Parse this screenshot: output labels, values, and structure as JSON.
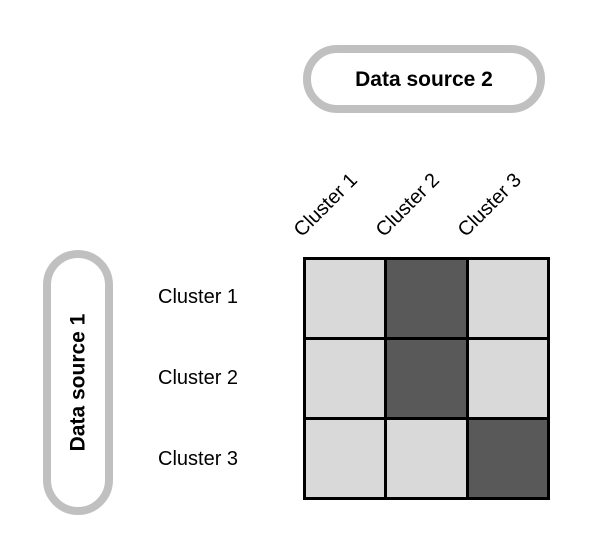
{
  "badges": {
    "top": {
      "label": "Data source 2"
    },
    "left": {
      "label": "Data source 1"
    }
  },
  "matrix": {
    "col_labels": [
      "Cluster 1",
      "Cluster 2",
      "Cluster 3"
    ],
    "row_labels": [
      "Cluster 1",
      "Cluster 2",
      "Cluster 3"
    ],
    "cells": [
      [
        "light",
        "dark",
        "light"
      ],
      [
        "light",
        "dark",
        "light"
      ],
      [
        "light",
        "light",
        "dark"
      ]
    ]
  },
  "colors": {
    "cell_light": "#d9d9d9",
    "cell_dark": "#595959",
    "grid_line": "#000000",
    "badge_border": "#c0c0c0",
    "text": "#000000",
    "background": "#ffffff"
  }
}
